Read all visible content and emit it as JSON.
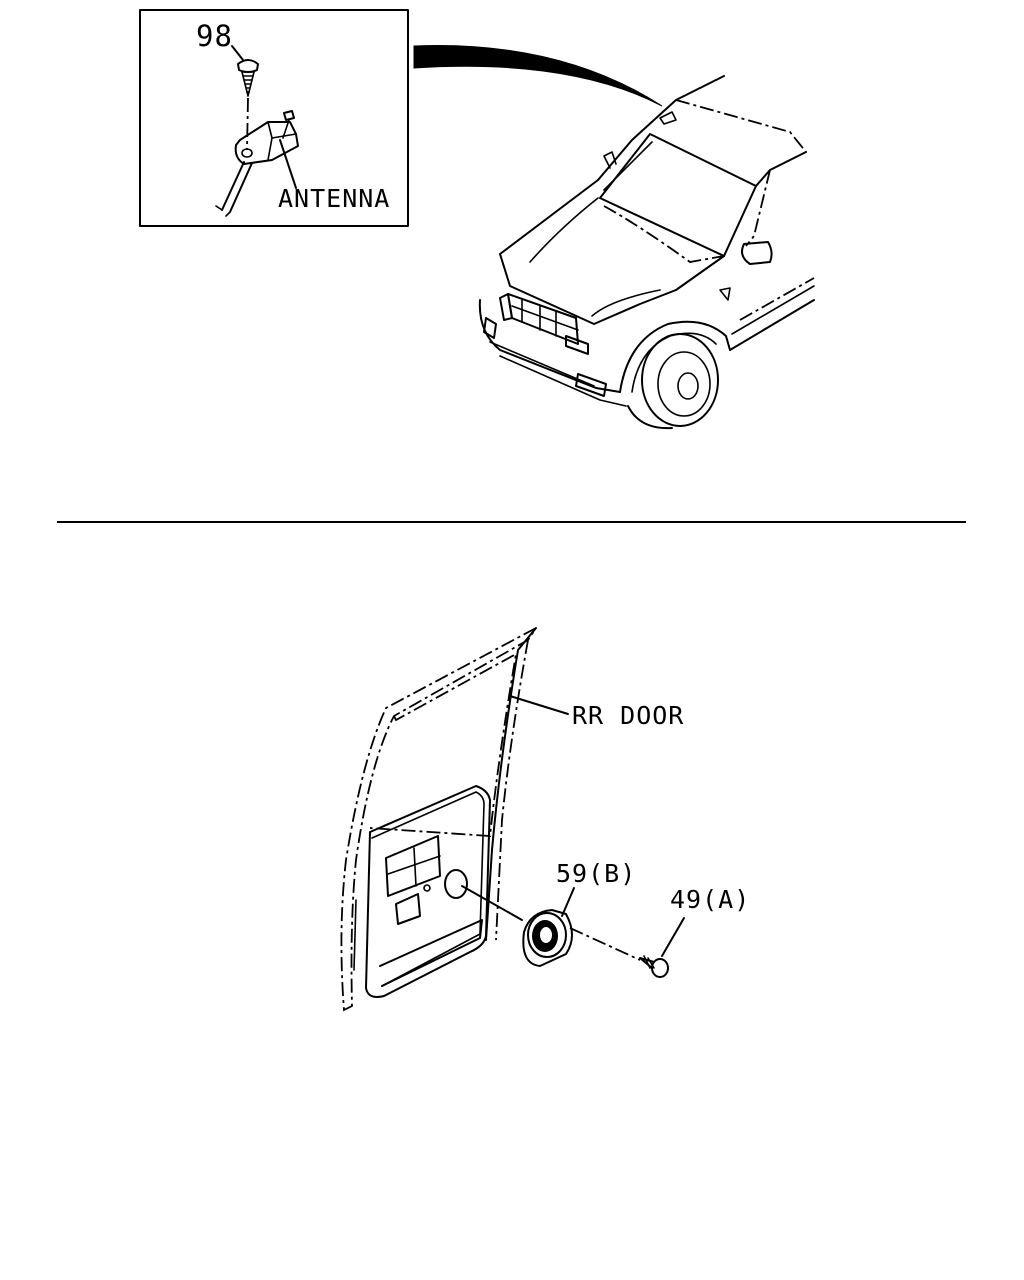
{
  "labels": {
    "antenna_part_no": "98",
    "antenna": "ANTENNA",
    "rr_door": "RR DOOR",
    "speaker_part_no": "59(B)",
    "screw_part_no": "49(A)"
  },
  "colors": {
    "ink": "#000000",
    "background": "#ffffff"
  },
  "icons": {
    "vehicle": "suv-front-three-quarter-illustration",
    "antenna_assembly": "antenna-base-illustration",
    "door": "rear-door-illustration",
    "speaker": "speaker-illustration",
    "screw": "screw-illustration",
    "bolt": "bolt-illustration"
  }
}
